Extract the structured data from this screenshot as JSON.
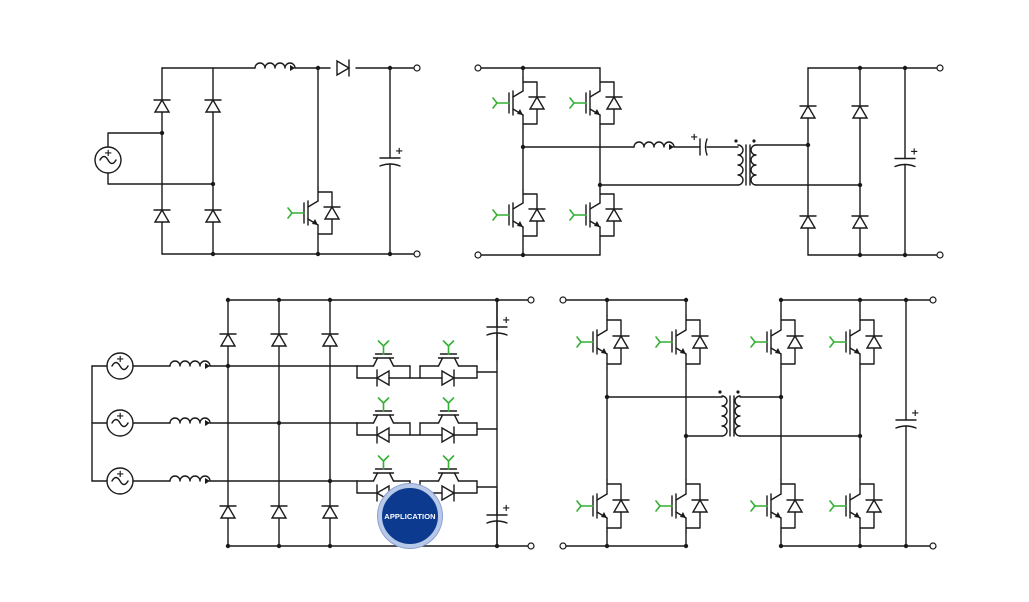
{
  "badge": {
    "label": "APPLICATION"
  },
  "symbols": {
    "capacitor_polarity": "+",
    "transformer_dot": "•"
  },
  "colors": {
    "wire": "#1a1a1a",
    "gate_lead": "#33b033",
    "badge_fill": "#0b3a8f",
    "badge_ring": "#b8c8e8",
    "badge_text": "#ffffff"
  },
  "circuits": [
    {
      "id": "pfc-boost",
      "components": [
        "ac-source-icon",
        "bridge-rectifier",
        "boost-inductor",
        "boost-diode",
        "igbt-switch",
        "dc-capacitor"
      ]
    },
    {
      "id": "full-bridge-llc",
      "components": [
        "igbt-full-bridge",
        "resonant-inductor",
        "resonant-capacitor",
        "transformer",
        "output-rectifier",
        "output-capacitor"
      ]
    },
    {
      "id": "three-phase-vienna",
      "components": [
        "ac-source-icon",
        "ac-source-icon",
        "ac-source-icon",
        "line-inductors",
        "diode-bridge",
        "bidirectional-switches",
        "split-dc-capacitors"
      ]
    },
    {
      "id": "dual-active-bridge",
      "components": [
        "primary-full-bridge",
        "transformer",
        "secondary-full-bridge",
        "output-capacitor"
      ]
    }
  ]
}
